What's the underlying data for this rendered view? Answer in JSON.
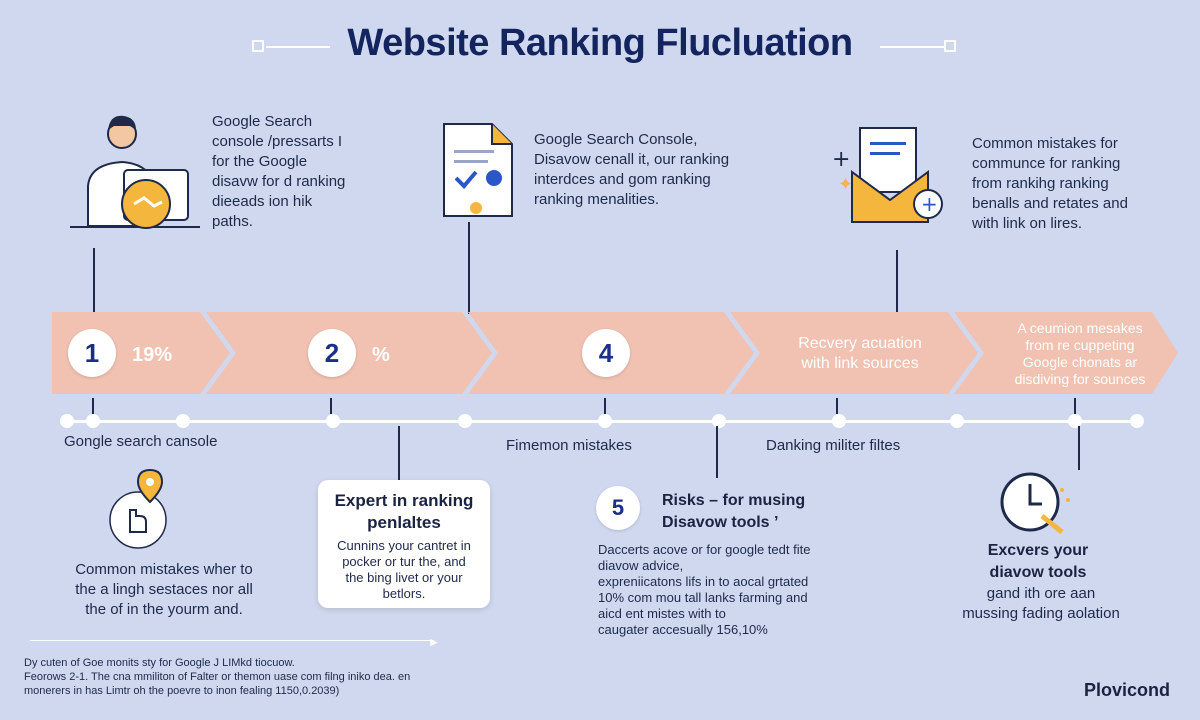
{
  "title": "Website Ranking Flucluation",
  "top_blocks": [
    {
      "text": [
        "Google Search",
        "console /pressarts I",
        "for the Google",
        "disavw for d ranking",
        "dieeads ion hik",
        "paths."
      ]
    },
    {
      "text": [
        "Google Search Console,",
        "Disavow cenall it, our ranking",
        "interdces and gom ranking",
        "ranking menalities."
      ]
    },
    {
      "text": [
        "Common mistakes for",
        "communce for ranking",
        "from rankihg ranking",
        "benalls and retates and",
        "with link on lires."
      ]
    }
  ],
  "band": {
    "steps": [
      {
        "num": "1",
        "value": "19%"
      },
      {
        "num": "2",
        "value": "%"
      },
      {
        "num": "4",
        "value": ""
      },
      {
        "label": [
          "Recvery acuation",
          "with link sources"
        ]
      },
      {
        "label": [
          "A ceumion mesakes",
          "from re cuppeting",
          "Google chonats ar",
          "disdiving for sounces"
        ]
      }
    ]
  },
  "timeline_labels": {
    "a": "Gongle search cansole",
    "b": "Fimemon mistakes",
    "c": "Danking militer filtes"
  },
  "bottom_left": {
    "text": [
      "Common mistakes wher to",
      "the a lingh sestaces nor all",
      "the of in the yourm and."
    ]
  },
  "card": {
    "title": [
      "Expert in ranking",
      "penlaltes"
    ],
    "body": [
      "Cunnins your cantret in",
      "pocker or tur the, and",
      "the bing livet or your",
      "betlors."
    ]
  },
  "step5": {
    "num": "5",
    "title": [
      "Risks – for musing",
      "Disavow tools ’"
    ],
    "body": [
      "Daccerts acove or for google tedt fite",
      "diavow advice,",
      "expreniicatons lifs in to aocal grtated",
      "10% com mou tall lanks farming and",
      "aicd ent mistes with to",
      "caugater accesually 156,10%"
    ]
  },
  "bottom_right": {
    "title": [
      "Excvers your",
      "diavow tools"
    ],
    "body": [
      "gand ith ore aan",
      "mussing fading aolation"
    ]
  },
  "footer": {
    "lines": [
      "Dy cuten of Goe monits sty for Google J LIMkd tiocuow.",
      "Feorows 2-1. The cna mmiliton of Falter or themon uase com filng iniko dea. en",
      "monerers in has Limtr oh the poevre to inon fealing 1150,0.2039)"
    ]
  },
  "brand": "Plovicond",
  "colors": {
    "background": "#cfd8ee",
    "band": "#f1c2b2",
    "accent": "#f4b63c",
    "title": "#13245e"
  }
}
